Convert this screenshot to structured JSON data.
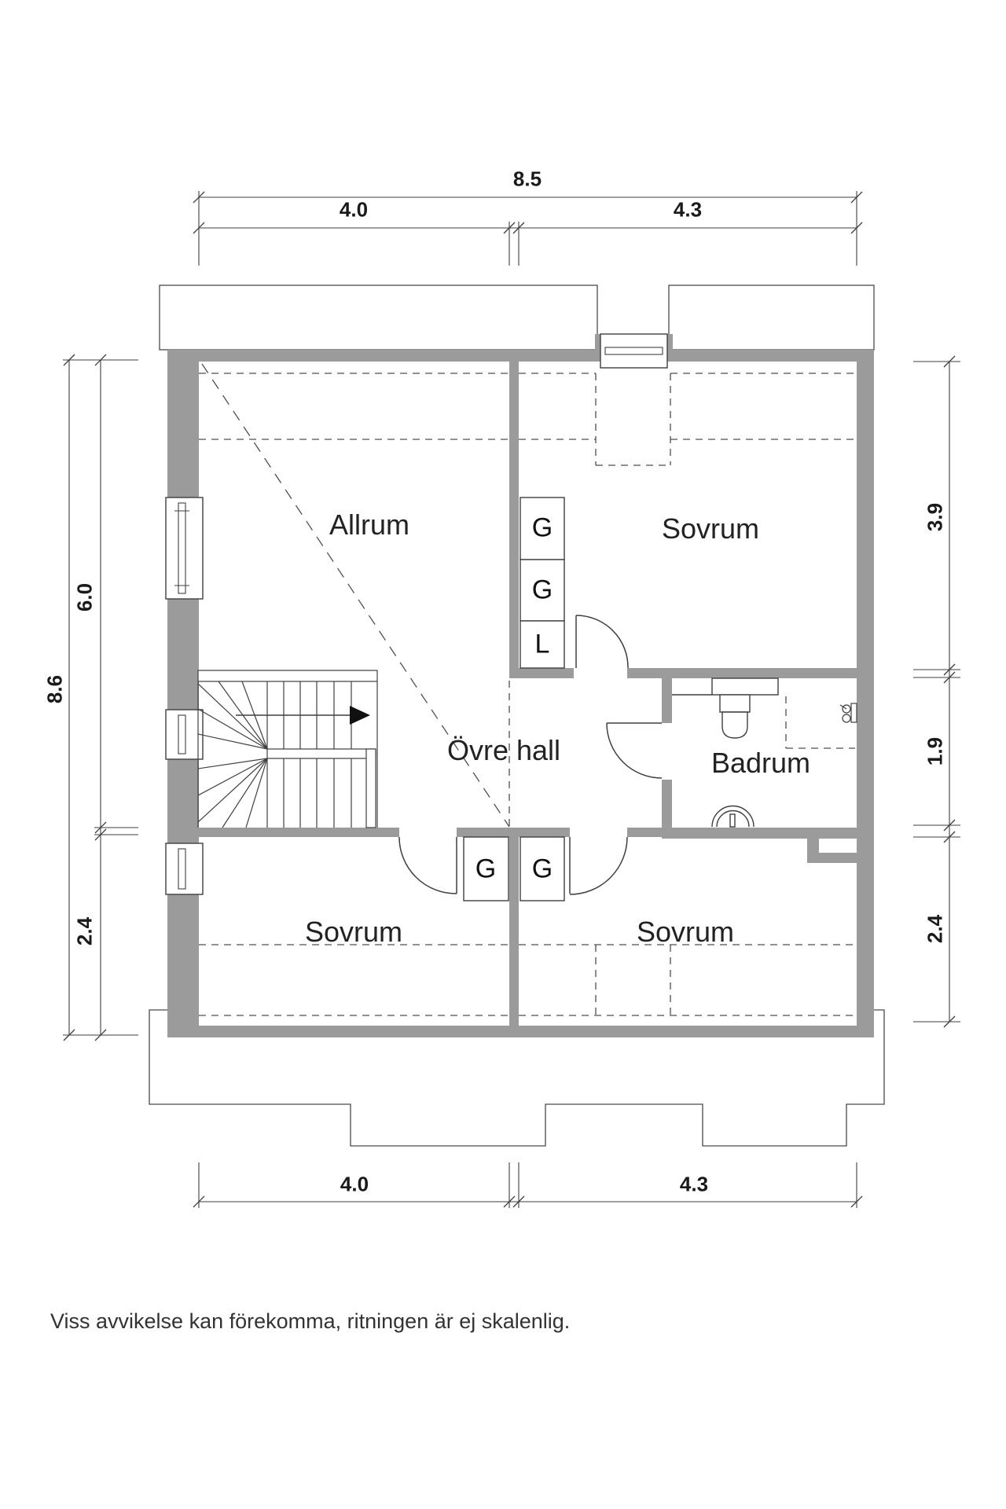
{
  "rooms": [
    {
      "name": "Allrum"
    },
    {
      "name": "Sovrum"
    },
    {
      "name": "Övre hall"
    },
    {
      "name": "Badrum"
    },
    {
      "name": "Sovrum"
    },
    {
      "name": "Sovrum"
    }
  ],
  "closets": [
    {
      "label": "G"
    },
    {
      "label": "G"
    },
    {
      "label": "L"
    },
    {
      "label": "G"
    },
    {
      "label": "G"
    }
  ],
  "dimensions": {
    "top_total": "8.5",
    "top_left": "4.0",
    "top_right": "4.3",
    "bottom_left": "4.0",
    "bottom_right": "4.3",
    "left_total": "8.6",
    "left_upper": "6.0",
    "left_lower": "2.4",
    "right_upper": "3.9",
    "right_middle": "1.9",
    "right_lower": "2.4"
  },
  "disclaimer": "Viss avvikelse kan förekomma, ritningen är ej skalenlig.",
  "colors": {
    "wall": "#9b9b9b",
    "line": "#3f3f3f",
    "dashed": "#4f4f4f"
  }
}
